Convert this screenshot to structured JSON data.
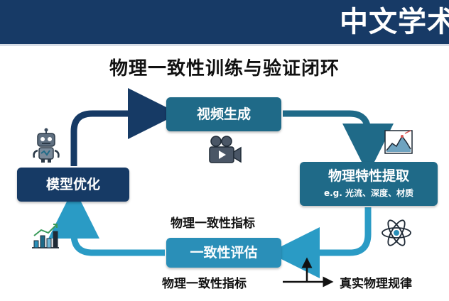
{
  "header": {
    "title": "中文学术"
  },
  "diagram": {
    "title": "物理一致性训练与验证闭环",
    "nodes": {
      "video_generation": "视频生成",
      "feature_extraction": "物理特性提取",
      "feature_examples": "e.g. 光流、深度、材质",
      "consistency_eval": "一致性评估",
      "model_optimization": "模型优化"
    },
    "labels": {
      "metric_top": "物理一致性指标",
      "metric_bottom": "物理一致性指标",
      "physics_laws": "真实物理规律"
    },
    "colors": {
      "header": "#173a66",
      "node_teal": "#1f6a88",
      "node_navy": "#163a65",
      "node_light": "#2a8fb8"
    },
    "icons": [
      "robot-icon",
      "movie-camera-icon",
      "chart-icon",
      "atom-icon",
      "bar-chart-icon"
    ]
  }
}
